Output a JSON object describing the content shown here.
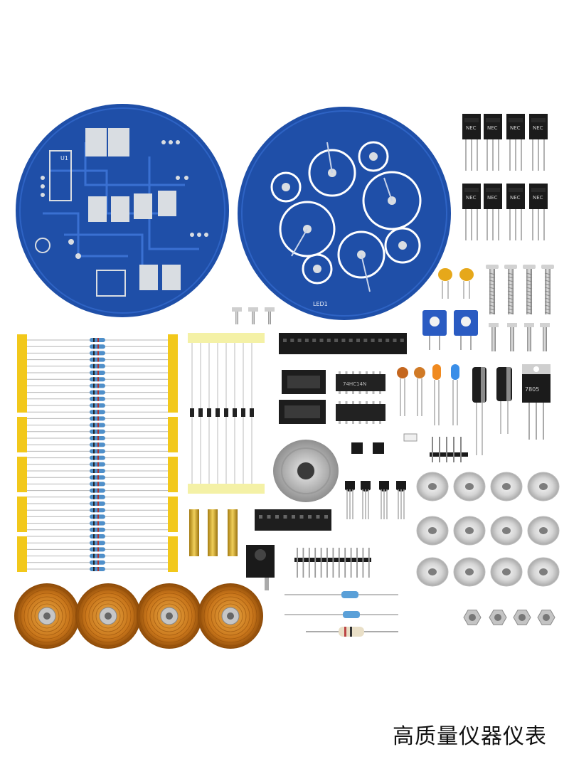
{
  "caption": "高质量仪器仪表",
  "pcb_left_label": "U1",
  "pcb_right_label": "LED1",
  "transistor_marking": "NEC",
  "regulator_marking": "7805",
  "ic_marking": "74HC14N",
  "colors": {
    "pcb_blue": "#1f4fa8",
    "pcb_trace": "#2e63c4",
    "pad_silver": "#d9dde2",
    "tape_yellow": "#f2c81b",
    "copper": "#c97a16",
    "black_part": "#1a1a1a"
  }
}
